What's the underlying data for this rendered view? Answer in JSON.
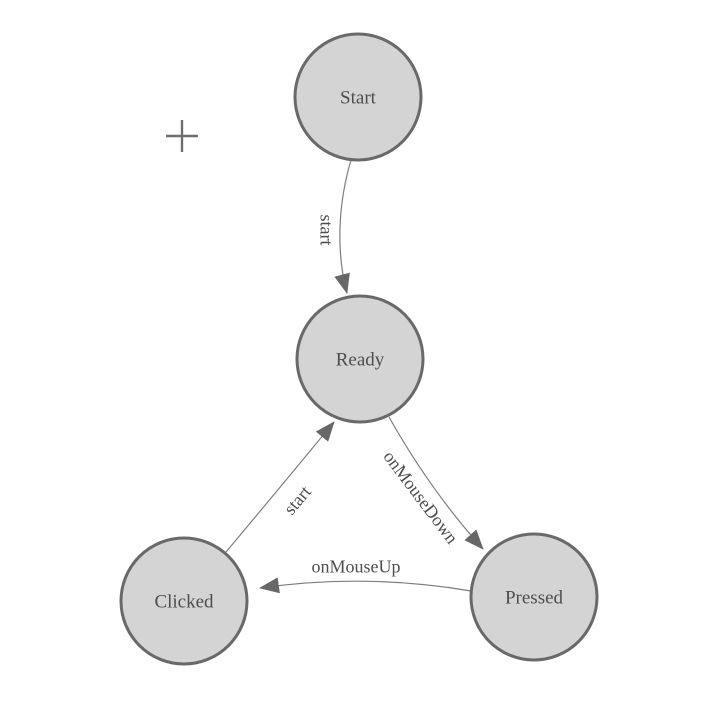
{
  "diagram": {
    "type": "finite-state-machine",
    "background_color": "#ffffff",
    "colors": {
      "node_fill": "#d4d4d4",
      "node_border": "#696969",
      "node_text": "#4d4d4d",
      "edge_line": "#7e7e7e",
      "edge_arrow": "#676767",
      "edge_text": "#4d4d4d",
      "origin_marker": "#6e6e6e"
    },
    "origin_marker_glyph": "+",
    "nodes": [
      {
        "id": "start",
        "label": "Start"
      },
      {
        "id": "ready",
        "label": "Ready"
      },
      {
        "id": "clicked",
        "label": "Clicked"
      },
      {
        "id": "pressed",
        "label": "Pressed"
      }
    ],
    "edges": [
      {
        "from": "Start",
        "to": "Ready",
        "label": "start"
      },
      {
        "from": "Ready",
        "to": "Pressed",
        "label": "onMouseDown"
      },
      {
        "from": "Pressed",
        "to": "Clicked",
        "label": "onMouseUp"
      },
      {
        "from": "Clicked",
        "to": "Ready",
        "label": "start"
      }
    ]
  }
}
